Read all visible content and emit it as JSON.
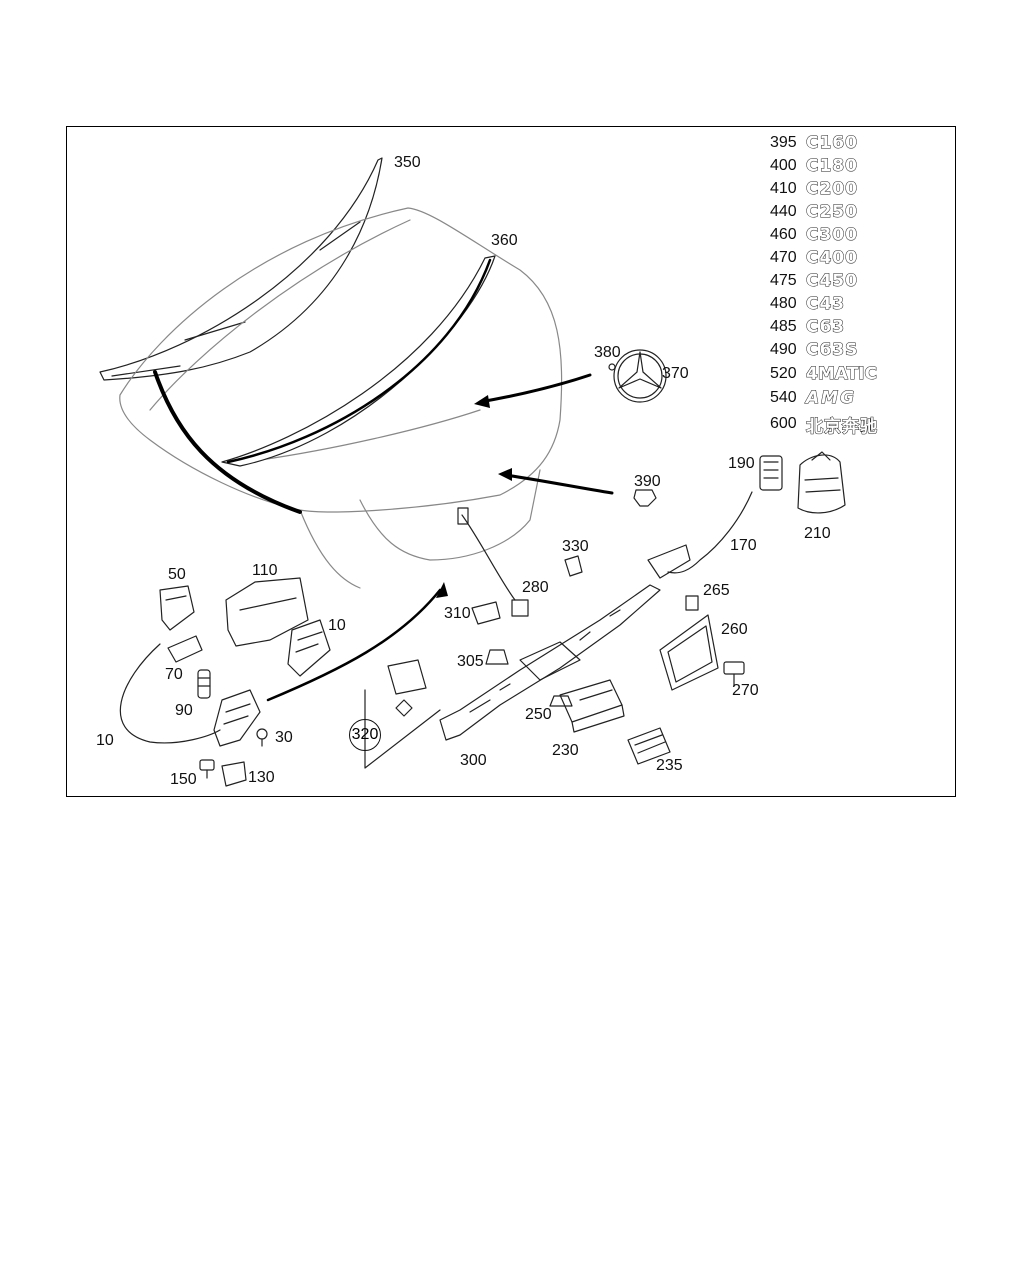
{
  "callouts": [
    {
      "id": "c350",
      "text": "350"
    },
    {
      "id": "c360",
      "text": "360"
    },
    {
      "id": "c380",
      "text": "380"
    },
    {
      "id": "c370",
      "text": "370"
    },
    {
      "id": "c390",
      "text": "390"
    },
    {
      "id": "c190",
      "text": "190"
    },
    {
      "id": "c210",
      "text": "210"
    },
    {
      "id": "c170",
      "text": "170"
    },
    {
      "id": "c330",
      "text": "330"
    },
    {
      "id": "c280",
      "text": "280"
    },
    {
      "id": "c310",
      "text": "310"
    },
    {
      "id": "c305",
      "text": "305"
    },
    {
      "id": "c265",
      "text": "265"
    },
    {
      "id": "c260",
      "text": "260"
    },
    {
      "id": "c270",
      "text": "270"
    },
    {
      "id": "c250",
      "text": "250"
    },
    {
      "id": "c230",
      "text": "230"
    },
    {
      "id": "c235",
      "text": "235"
    },
    {
      "id": "c300",
      "text": "300"
    },
    {
      "id": "c320",
      "text": "320"
    },
    {
      "id": "c50",
      "text": "50"
    },
    {
      "id": "c110",
      "text": "110"
    },
    {
      "id": "c10a",
      "text": "10"
    },
    {
      "id": "c70",
      "text": "70"
    },
    {
      "id": "c90",
      "text": "90"
    },
    {
      "id": "c10b",
      "text": "10"
    },
    {
      "id": "c30",
      "text": "30"
    },
    {
      "id": "c150",
      "text": "150"
    },
    {
      "id": "c130",
      "text": "130"
    }
  ],
  "emblems": [
    {
      "number": "395",
      "badge": "C160"
    },
    {
      "number": "400",
      "badge": "C180"
    },
    {
      "number": "410",
      "badge": "C200"
    },
    {
      "number": "440",
      "badge": "C250"
    },
    {
      "number": "460",
      "badge": "C300"
    },
    {
      "number": "470",
      "badge": "C400"
    },
    {
      "number": "475",
      "badge": "C450"
    },
    {
      "number": "480",
      "badge": "C43"
    },
    {
      "number": "485",
      "badge": "C63"
    },
    {
      "number": "490",
      "badge": "C63S"
    },
    {
      "number": "520",
      "badge": "4MATIC"
    },
    {
      "number": "540",
      "badge": "AMG"
    },
    {
      "number": "600",
      "badge": "北京奔驰"
    }
  ]
}
